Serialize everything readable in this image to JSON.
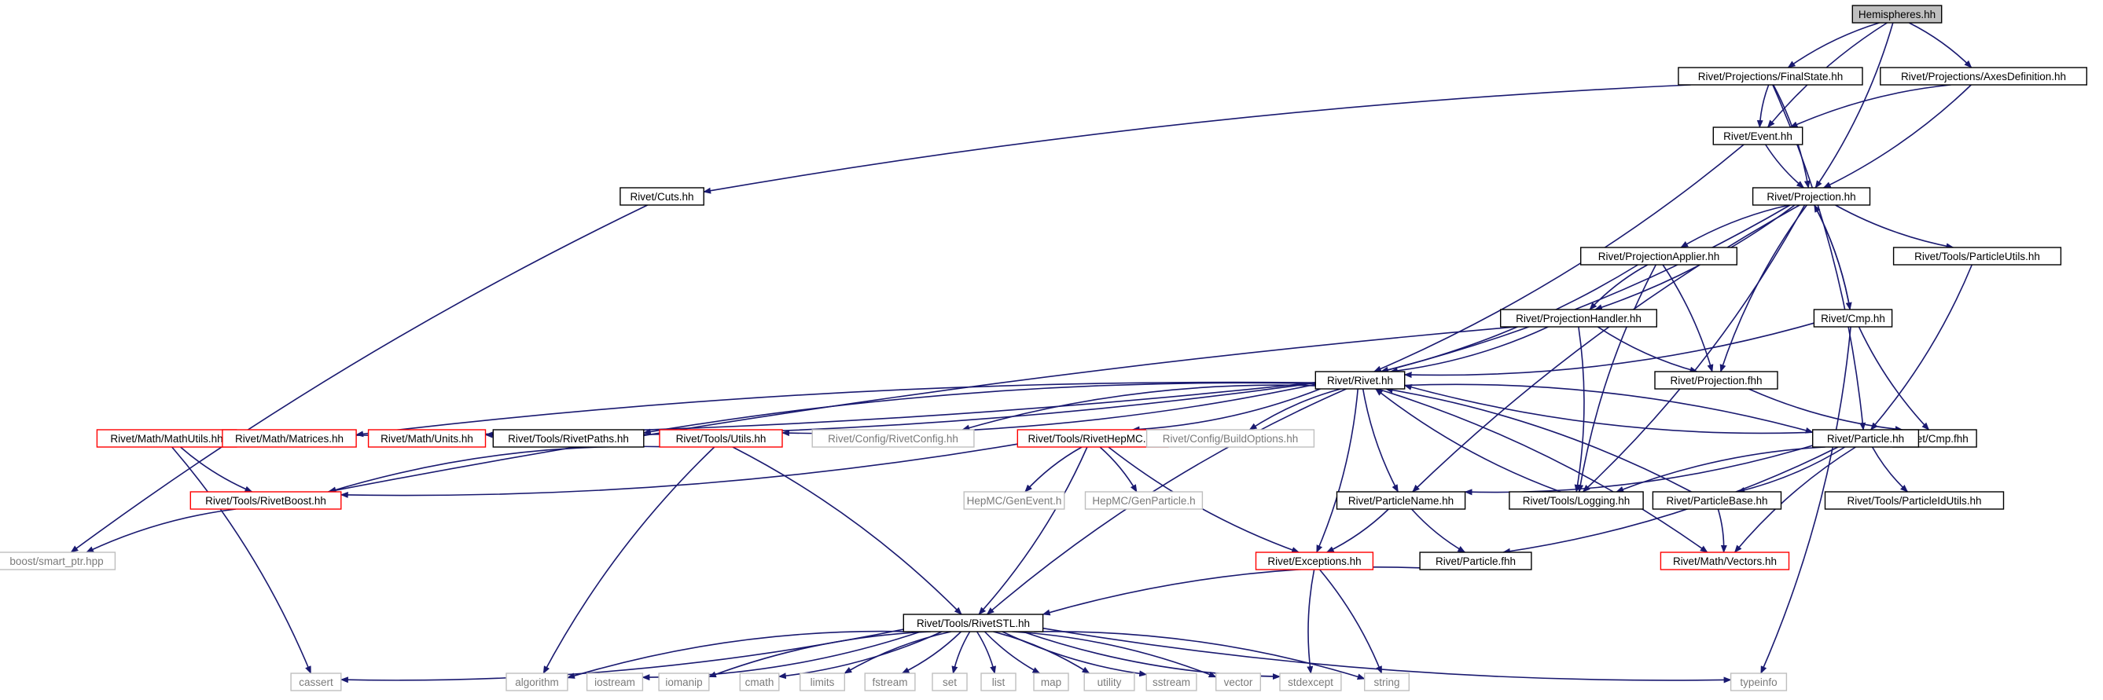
{
  "colors": {
    "edge": "#191970",
    "root_fill": "#bfbfbf",
    "root_border": "#000000",
    "normal_border": "#000000",
    "truncated_border": "#ff0000",
    "external_border": "#bfbfbf",
    "external_text": "#7a7a7a"
  },
  "nodes": [
    {
      "id": "hemispheres",
      "label": "Hemispheres.hh",
      "kind": "root"
    },
    {
      "id": "finalstate",
      "label": "Rivet/Projections/FinalState.hh",
      "kind": "normal"
    },
    {
      "id": "axesdef",
      "label": "Rivet/Projections/AxesDefinition.hh",
      "kind": "normal"
    },
    {
      "id": "event",
      "label": "Rivet/Event.hh",
      "kind": "normal"
    },
    {
      "id": "cuts",
      "label": "Rivet/Cuts.hh",
      "kind": "normal"
    },
    {
      "id": "projection",
      "label": "Rivet/Projection.hh",
      "kind": "normal"
    },
    {
      "id": "projapplier",
      "label": "Rivet/ProjectionApplier.hh",
      "kind": "normal"
    },
    {
      "id": "particleutils",
      "label": "Rivet/Tools/ParticleUtils.hh",
      "kind": "normal"
    },
    {
      "id": "projhandler",
      "label": "Rivet/ProjectionHandler.hh",
      "kind": "normal"
    },
    {
      "id": "cmp",
      "label": "Rivet/Cmp.hh",
      "kind": "normal"
    },
    {
      "id": "rivet",
      "label": "Rivet/Rivet.hh",
      "kind": "normal"
    },
    {
      "id": "projfhh",
      "label": "Rivet/Projection.fhh",
      "kind": "normal"
    },
    {
      "id": "cmpfhh",
      "label": "Rivet/Cmp.fhh",
      "kind": "normal"
    },
    {
      "id": "mathutils",
      "label": "Rivet/Math/MathUtils.hh",
      "kind": "truncated"
    },
    {
      "id": "matrices",
      "label": "Rivet/Math/Matrices.hh",
      "kind": "truncated"
    },
    {
      "id": "units",
      "label": "Rivet/Math/Units.hh",
      "kind": "truncated"
    },
    {
      "id": "rivetpaths",
      "label": "Rivet/Tools/RivetPaths.hh",
      "kind": "normal"
    },
    {
      "id": "utils",
      "label": "Rivet/Tools/Utils.hh",
      "kind": "truncated"
    },
    {
      "id": "rivetconfig",
      "label": "Rivet/Config/RivetConfig.hh",
      "kind": "external"
    },
    {
      "id": "rivethepmc",
      "label": "Rivet/Tools/RivetHepMC.hh",
      "kind": "truncated"
    },
    {
      "id": "buildoptions",
      "label": "Rivet/Config/BuildOptions.hh",
      "kind": "external"
    },
    {
      "id": "particle",
      "label": "Rivet/Particle.hh",
      "kind": "normal"
    },
    {
      "id": "rivetboost",
      "label": "Rivet/Tools/RivetBoost.hh",
      "kind": "truncated"
    },
    {
      "id": "genevent",
      "label": "HepMC/GenEvent.h",
      "kind": "external"
    },
    {
      "id": "genparticle",
      "label": "HepMC/GenParticle.h",
      "kind": "external"
    },
    {
      "id": "particlename",
      "label": "Rivet/ParticleName.hh",
      "kind": "normal"
    },
    {
      "id": "logging",
      "label": "Rivet/Tools/Logging.hh",
      "kind": "normal"
    },
    {
      "id": "particlebase",
      "label": "Rivet/ParticleBase.hh",
      "kind": "normal"
    },
    {
      "id": "particleidutils",
      "label": "Rivet/Tools/ParticleIdUtils.hh",
      "kind": "normal"
    },
    {
      "id": "smartptr",
      "label": "boost/smart_ptr.hpp",
      "kind": "external"
    },
    {
      "id": "exceptions",
      "label": "Rivet/Exceptions.hh",
      "kind": "truncated"
    },
    {
      "id": "particlefhh",
      "label": "Rivet/Particle.fhh",
      "kind": "normal"
    },
    {
      "id": "vectors",
      "label": "Rivet/Math/Vectors.hh",
      "kind": "truncated"
    },
    {
      "id": "rivetstl",
      "label": "Rivet/Tools/RivetSTL.hh",
      "kind": "normal"
    },
    {
      "id": "cassert",
      "label": "cassert",
      "kind": "external"
    },
    {
      "id": "algorithm",
      "label": "algorithm",
      "kind": "external"
    },
    {
      "id": "iostream",
      "label": "iostream",
      "kind": "external"
    },
    {
      "id": "iomanip",
      "label": "iomanip",
      "kind": "external"
    },
    {
      "id": "cmath",
      "label": "cmath",
      "kind": "external"
    },
    {
      "id": "limits",
      "label": "limits",
      "kind": "external"
    },
    {
      "id": "fstream",
      "label": "fstream",
      "kind": "external"
    },
    {
      "id": "set",
      "label": "set",
      "kind": "external"
    },
    {
      "id": "list",
      "label": "list",
      "kind": "external"
    },
    {
      "id": "map",
      "label": "map",
      "kind": "external"
    },
    {
      "id": "utility",
      "label": "utility",
      "kind": "external"
    },
    {
      "id": "sstream",
      "label": "sstream",
      "kind": "external"
    },
    {
      "id": "vector",
      "label": "vector",
      "kind": "external"
    },
    {
      "id": "stdexcept",
      "label": "stdexcept",
      "kind": "external"
    },
    {
      "id": "string",
      "label": "string",
      "kind": "external"
    },
    {
      "id": "typeinfo",
      "label": "typeinfo",
      "kind": "external"
    }
  ],
  "edges": [
    [
      "hemispheres",
      "finalstate"
    ],
    [
      "hemispheres",
      "axesdef"
    ],
    [
      "hemispheres",
      "event"
    ],
    [
      "hemispheres",
      "projection"
    ],
    [
      "finalstate",
      "event"
    ],
    [
      "finalstate",
      "projection"
    ],
    [
      "finalstate",
      "cuts"
    ],
    [
      "finalstate",
      "particle"
    ],
    [
      "axesdef",
      "event"
    ],
    [
      "axesdef",
      "projection"
    ],
    [
      "event",
      "projection"
    ],
    [
      "event",
      "rivet"
    ],
    [
      "cuts",
      "smartptr"
    ],
    [
      "projection",
      "rivet"
    ],
    [
      "projection",
      "projapplier"
    ],
    [
      "projection",
      "projhandler"
    ],
    [
      "projection",
      "particleutils"
    ],
    [
      "projection",
      "cmp"
    ],
    [
      "projection",
      "projfhh"
    ],
    [
      "projection",
      "logging"
    ],
    [
      "projection",
      "particlename"
    ],
    [
      "projapplier",
      "rivet"
    ],
    [
      "projapplier",
      "projhandler"
    ],
    [
      "projapplier",
      "projfhh"
    ],
    [
      "projapplier",
      "logging"
    ],
    [
      "projhandler",
      "rivet"
    ],
    [
      "projhandler",
      "projfhh"
    ],
    [
      "projhandler",
      "logging"
    ],
    [
      "projhandler",
      "rivetboost"
    ],
    [
      "particleutils",
      "particle"
    ],
    [
      "cmp",
      "projection"
    ],
    [
      "cmp",
      "rivet"
    ],
    [
      "cmp",
      "cmpfhh"
    ],
    [
      "cmp",
      "typeinfo"
    ],
    [
      "projfhh",
      "cmpfhh"
    ],
    [
      "rivet",
      "mathutils"
    ],
    [
      "rivet",
      "matrices"
    ],
    [
      "rivet",
      "units"
    ],
    [
      "rivet",
      "rivetpaths"
    ],
    [
      "rivet",
      "utils"
    ],
    [
      "rivet",
      "rivetconfig"
    ],
    [
      "rivet",
      "rivethepmc"
    ],
    [
      "rivet",
      "buildoptions"
    ],
    [
      "rivet",
      "particle"
    ],
    [
      "rivet",
      "particlename"
    ],
    [
      "rivet",
      "exceptions"
    ],
    [
      "rivet",
      "rivetstl"
    ],
    [
      "rivet",
      "vectors"
    ],
    [
      "mathutils",
      "rivetboost"
    ],
    [
      "mathutils",
      "cassert"
    ],
    [
      "utils",
      "rivetboost"
    ],
    [
      "utils",
      "rivetstl"
    ],
    [
      "utils",
      "algorithm"
    ],
    [
      "rivethepmc",
      "rivetboost"
    ],
    [
      "rivethepmc",
      "genevent"
    ],
    [
      "rivethepmc",
      "genparticle"
    ],
    [
      "rivethepmc",
      "exceptions"
    ],
    [
      "rivethepmc",
      "rivetstl"
    ],
    [
      "rivetboost",
      "smartptr"
    ],
    [
      "particle",
      "rivet"
    ],
    [
      "particle",
      "cmpfhh"
    ],
    [
      "particle",
      "particlename"
    ],
    [
      "particle",
      "logging"
    ],
    [
      "particle",
      "particlebase"
    ],
    [
      "particle",
      "particleidutils"
    ],
    [
      "particle",
      "particlefhh"
    ],
    [
      "particle",
      "vectors"
    ],
    [
      "particlename",
      "exceptions"
    ],
    [
      "particlename",
      "particlefhh"
    ],
    [
      "logging",
      "rivet"
    ],
    [
      "particlebase",
      "rivet"
    ],
    [
      "particlebase",
      "vectors"
    ],
    [
      "exceptions",
      "stdexcept"
    ],
    [
      "exceptions",
      "string"
    ],
    [
      "particlefhh",
      "rivetstl"
    ],
    [
      "rivetstl",
      "cassert"
    ],
    [
      "rivetstl",
      "algorithm"
    ],
    [
      "rivetstl",
      "iostream"
    ],
    [
      "rivetstl",
      "iomanip"
    ],
    [
      "rivetstl",
      "cmath"
    ],
    [
      "rivetstl",
      "limits"
    ],
    [
      "rivetstl",
      "fstream"
    ],
    [
      "rivetstl",
      "set"
    ],
    [
      "rivetstl",
      "list"
    ],
    [
      "rivetstl",
      "map"
    ],
    [
      "rivetstl",
      "utility"
    ],
    [
      "rivetstl",
      "sstream"
    ],
    [
      "rivetstl",
      "vector"
    ],
    [
      "rivetstl",
      "stdexcept"
    ],
    [
      "rivetstl",
      "string"
    ],
    [
      "rivetstl",
      "typeinfo"
    ]
  ]
}
